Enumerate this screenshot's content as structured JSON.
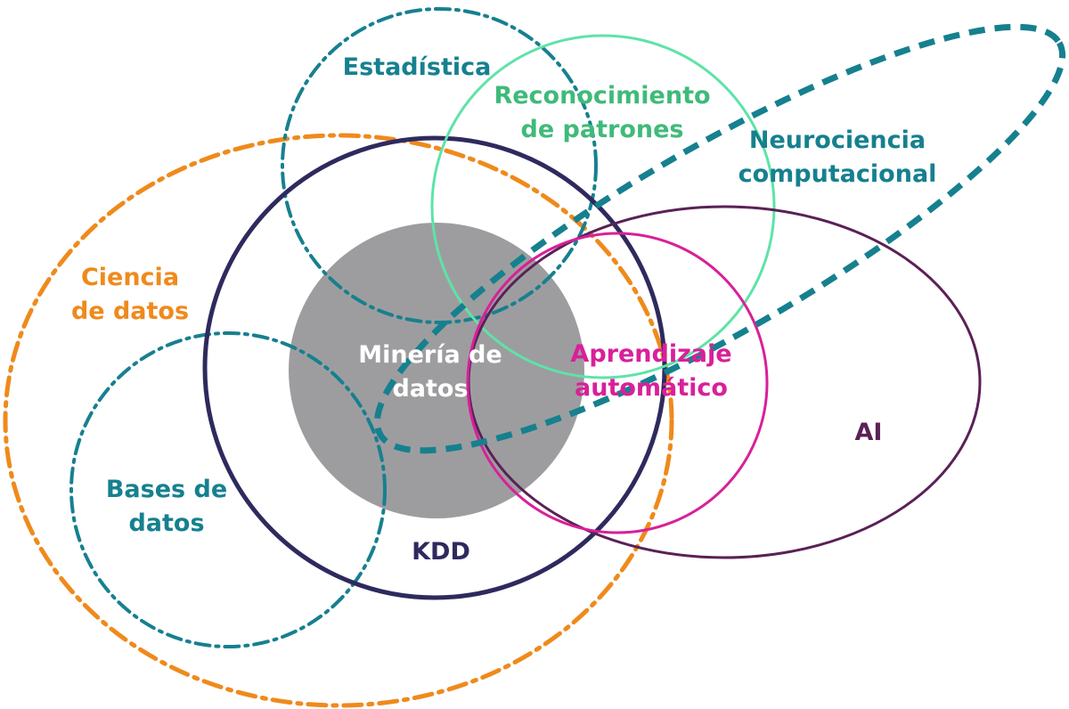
{
  "labels": {
    "estadistica": "Estadística",
    "reconocimiento_l1": "Reconocimiento",
    "reconocimiento_l2": "de patrones",
    "neurociencia_l1": "Neurociencia",
    "neurociencia_l2": "computacional",
    "ciencia_l1": "Ciencia",
    "ciencia_l2": "de datos",
    "mineria_l1": "Minería de",
    "mineria_l2": "datos",
    "aprendizaje_l1": "Aprendizaje",
    "aprendizaje_l2": "automático",
    "ai": "AI",
    "bases_l1": "Bases de",
    "bases_l2": "datos",
    "kdd": "KDD"
  },
  "colors": {
    "estadistica": "#16808f",
    "reconocimiento": "#5ee3a8",
    "reconocimiento_text": "#3fba7a",
    "neurociencia": "#16808f",
    "ciencia": "#ef8a1c",
    "kdd": "#2e2a5e",
    "mineria_fill": "#9d9d9f",
    "mineria_text": "#ffffff",
    "aprendizaje": "#d8209a",
    "ai": "#5a2156",
    "bases": "#16808f"
  }
}
